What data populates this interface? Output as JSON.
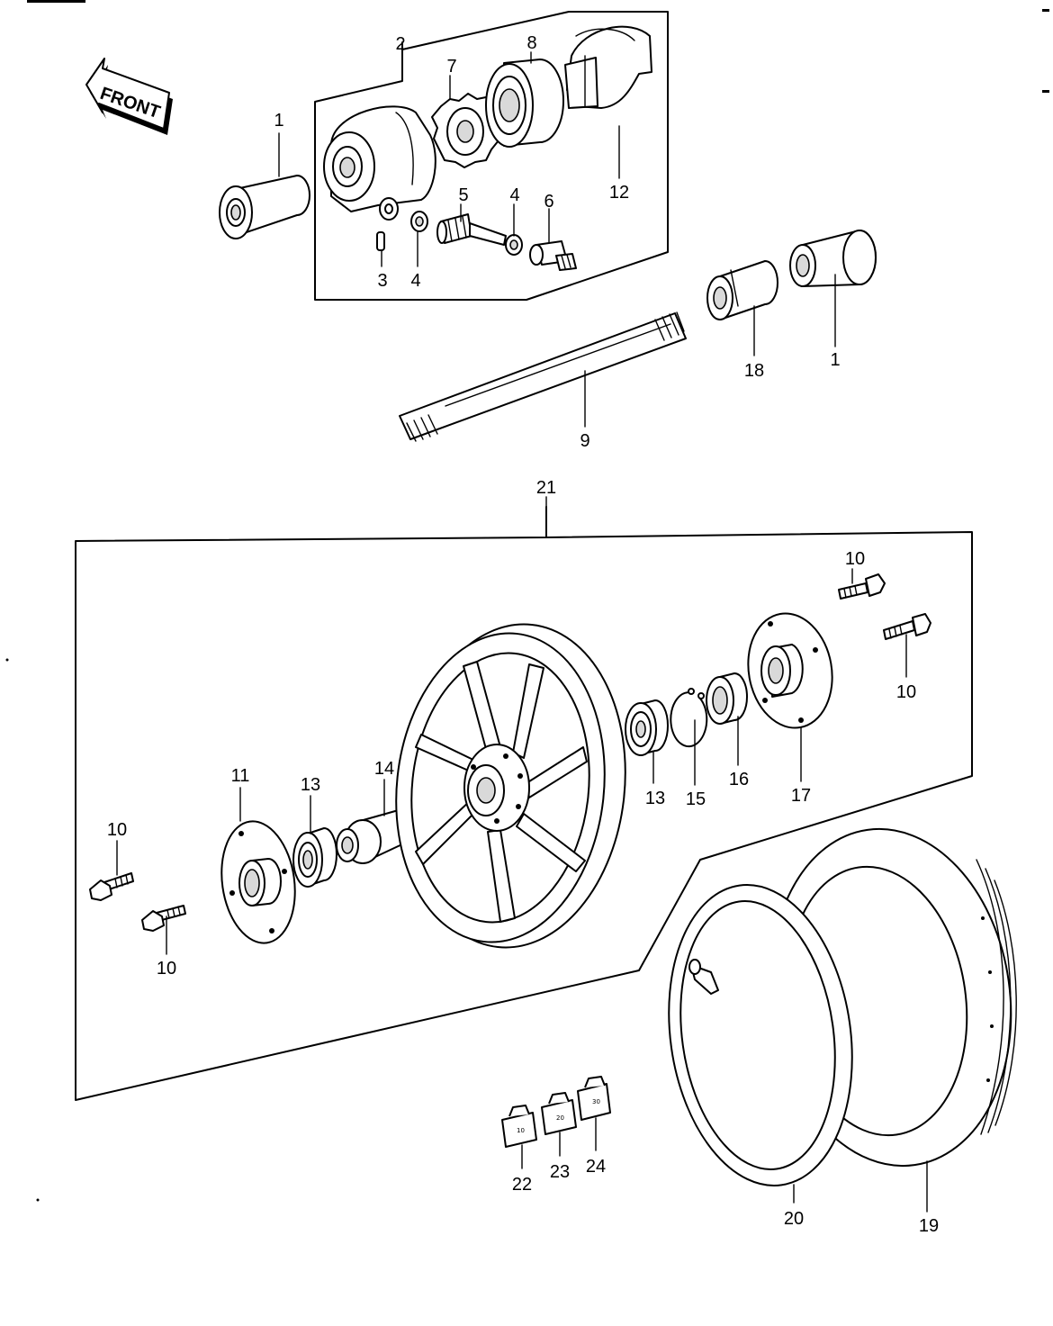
{
  "front_label": "FRONT",
  "callouts": {
    "c1a": "1",
    "c1b": "1",
    "c2": "2",
    "c3": "3",
    "c4a": "4",
    "c4b": "4",
    "c5": "5",
    "c6": "6",
    "c7": "7",
    "c8": "8",
    "c9": "9",
    "c10a": "10",
    "c10b": "10",
    "c10c": "10",
    "c10d": "10",
    "c11": "11",
    "c12": "12",
    "c13a": "13",
    "c13b": "13",
    "c14": "14",
    "c15": "15",
    "c16": "16",
    "c17": "17",
    "c18": "18",
    "c19": "19",
    "c20": "20",
    "c21": "21",
    "c22": "22",
    "c23": "23",
    "c24": "24"
  },
  "pad_marks": {
    "p22": "10",
    "p23": "20",
    "p24": "30"
  }
}
